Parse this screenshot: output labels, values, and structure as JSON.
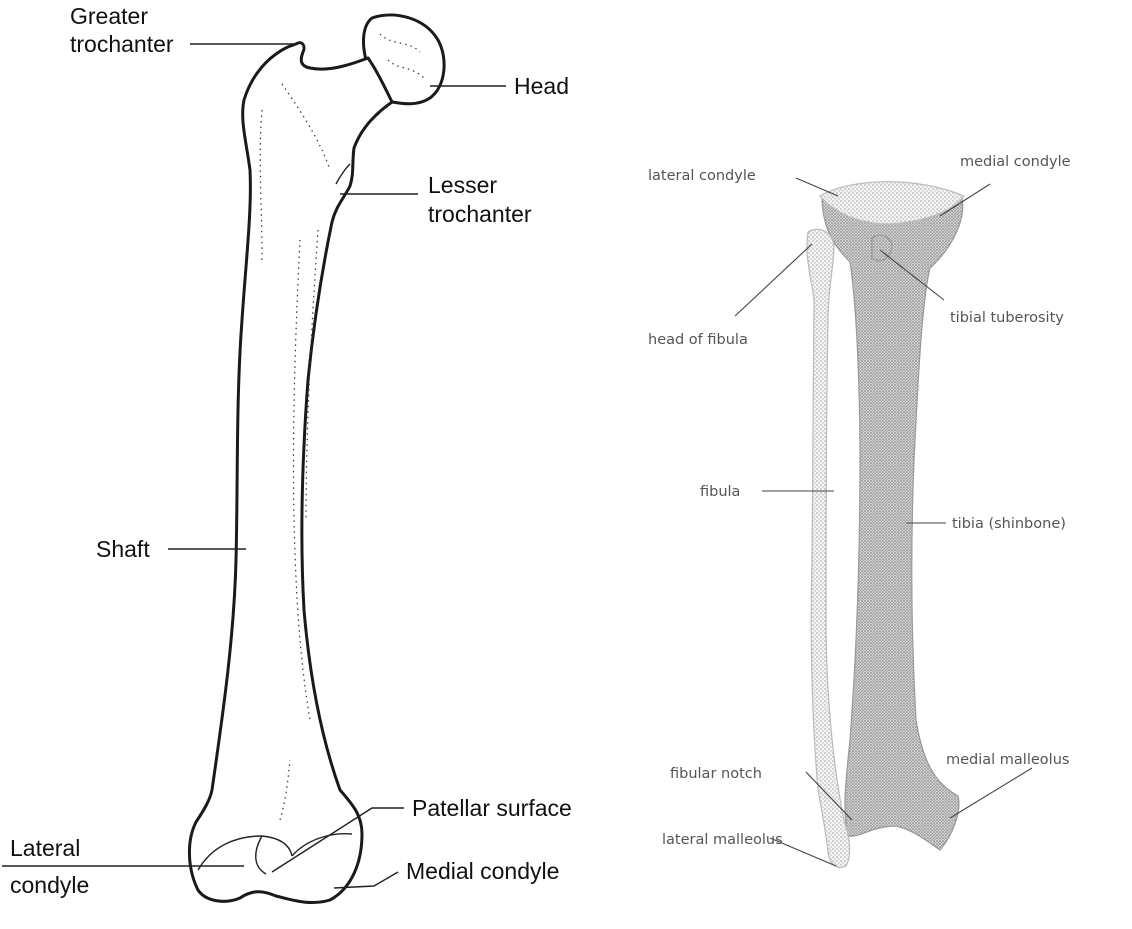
{
  "femur": {
    "labels": {
      "greater_trochanter_1": "Greater",
      "greater_trochanter_2": "trochanter",
      "head": "Head",
      "lesser_trochanter_1": "Lesser",
      "lesser_trochanter_2": "trochanter",
      "shaft": "Shaft",
      "patellar_surface": "Patellar surface",
      "lateral_condyle_1": "Lateral",
      "lateral_condyle_2": "condyle",
      "medial_condyle": "Medial condyle"
    }
  },
  "leg": {
    "labels": {
      "lateral_condyle": "lateral condyle",
      "medial_condyle": "medial condyle",
      "head_of_fibula": "head of fibula",
      "tibial_tuberosity": "tibial tuberosity",
      "fibula": "fibula",
      "tibia": "tibia (shinbone)",
      "fibular_notch": "fibular notch",
      "medial_malleolus": "medial malleolus",
      "lateral_malleolus": "lateral malleolus"
    }
  },
  "colors": {
    "ink": "#111111",
    "light_label": "#555555",
    "stipple_light": "#c8c8c8",
    "stipple_dark": "#9a9a9a"
  }
}
